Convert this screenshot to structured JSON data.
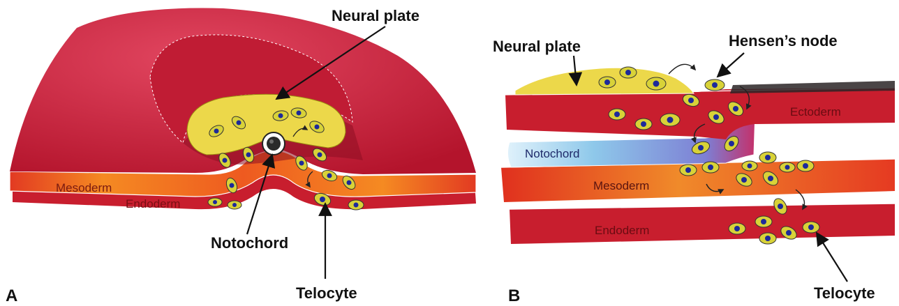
{
  "panel_a": {
    "letter": "A",
    "labels": {
      "neural_plate": "Neural plate",
      "mesoderm": "Mesoderm",
      "endoderm": "Endoderm",
      "notochord": "Notochord",
      "telocyte": "Telocyte"
    }
  },
  "panel_b": {
    "letter": "B",
    "labels": {
      "neural_plate": "Neural plate",
      "hensens_node": "Hensen’s node",
      "ectoderm": "Ectoderm",
      "notochord": "Notochord",
      "mesoderm": "Mesoderm",
      "endoderm": "Endoderm",
      "telocyte": "Telocyte"
    }
  },
  "colors": {
    "ectoderm_red": "#c81e2e",
    "mesoderm_orange": "#f06a1e",
    "neural_yellow": "#ecd84a",
    "notochord_blue": "#8ec8ea",
    "cell_yellow": "#d8d238",
    "cell_nucleus": "#1d2a9a"
  }
}
